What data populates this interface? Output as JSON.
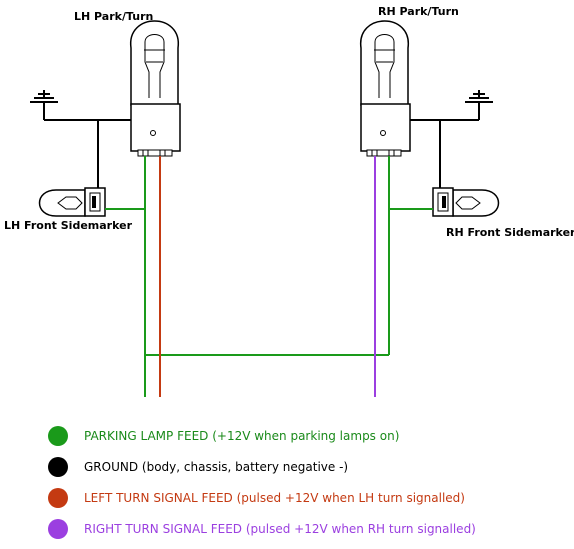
{
  "labels": {
    "lh_park_turn": "LH Park/Turn",
    "rh_park_turn": "RH Park/Turn",
    "lh_sidemarker": "LH Front Sidemarker",
    "rh_sidemarker": "RH Front Sidemarker"
  },
  "colors": {
    "parking": "#1a9a1a",
    "ground": "#000000",
    "left_turn": "#c43a12",
    "right_turn": "#9b3fe0"
  },
  "legend": [
    {
      "text": "PARKING LAMP FEED (+12V when parking lamps on)",
      "color": "#1a9a1a",
      "text_color": "#1a8a1a"
    },
    {
      "text": "GROUND (body, chassis, battery negative -)",
      "color": "#000000",
      "text_color": "#000000"
    },
    {
      "text": "LEFT TURN SIGNAL FEED (pulsed +12V when LH turn signalled)",
      "color": "#c43a12",
      "text_color": "#c43a12"
    },
    {
      "text": "RIGHT TURN SIGNAL FEED (pulsed +12V when RH turn signalled)",
      "color": "#9b3fe0",
      "text_color": "#9b3fe0"
    }
  ]
}
